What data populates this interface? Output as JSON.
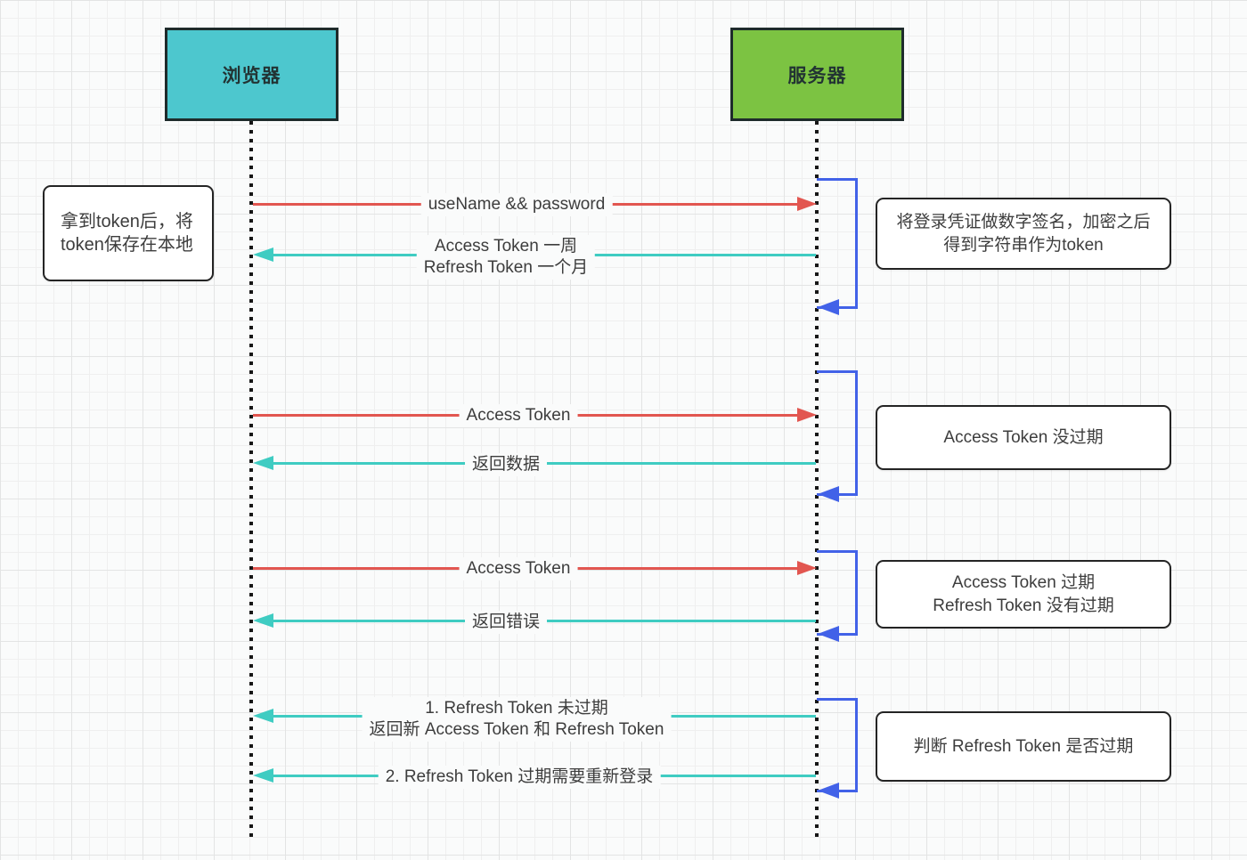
{
  "actors": [
    {
      "id": "browser",
      "label": "浏览器"
    },
    {
      "id": "server",
      "label": "服务器"
    }
  ],
  "messages": [
    {
      "direction": "to-server",
      "color": "red",
      "lines": [
        "useName && password"
      ]
    },
    {
      "direction": "to-browser",
      "color": "teal",
      "lines": [
        "Access Token 一周",
        "Refresh Token 一个月"
      ]
    },
    {
      "direction": "to-server",
      "color": "red",
      "lines": [
        "Access Token"
      ]
    },
    {
      "direction": "to-browser",
      "color": "teal",
      "lines": [
        "返回数据"
      ]
    },
    {
      "direction": "to-server",
      "color": "red",
      "lines": [
        "Access Token"
      ]
    },
    {
      "direction": "to-browser",
      "color": "teal",
      "lines": [
        "返回错误"
      ]
    },
    {
      "direction": "to-browser",
      "color": "teal",
      "lines": [
        "1. Refresh Token 未过期",
        "返回新 Access Token 和 Refresh Token"
      ]
    },
    {
      "direction": "to-browser",
      "color": "teal",
      "lines": [
        "2. Refresh Token 过期需要重新登录"
      ]
    }
  ],
  "notes": [
    {
      "side": "browser",
      "lines": [
        "拿到token后，将",
        "token保存在本地"
      ]
    },
    {
      "side": "server",
      "lines": [
        "将登录凭证做数字签名，加密之后",
        "得到字符串作为token"
      ]
    },
    {
      "side": "server",
      "lines": [
        "Access Token 没过期"
      ]
    },
    {
      "side": "server",
      "lines": [
        "Access Token 过期",
        "Refresh Token 没有过期"
      ]
    },
    {
      "side": "server",
      "lines": [
        "判断 Refresh Token 是否过期"
      ]
    }
  ],
  "colors": {
    "browser_fill": "#4DC7CE",
    "server_fill": "#7CC342",
    "request_arrow": "#E25650",
    "response_arrow": "#3FCCC2",
    "activation_bracket": "#4262E8",
    "grid_minor": "#EFEFEF",
    "grid_major": "#E3E4E4"
  }
}
